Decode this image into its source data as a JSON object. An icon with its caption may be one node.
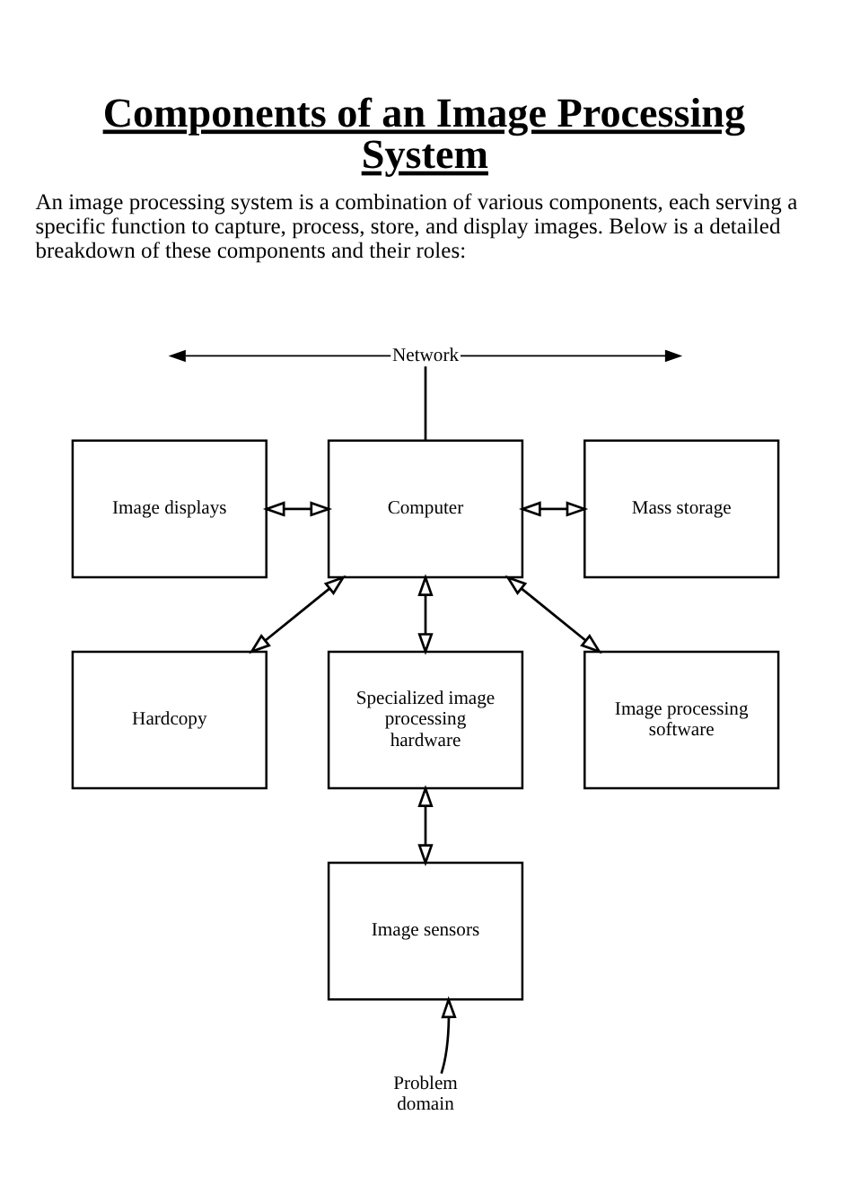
{
  "diagram": {
    "title": "Components of an Image Processing System",
    "nodes": [
      {
        "text": [
          "Network"
        ]
      },
      {
        "text": [
          "Image displays"
        ]
      },
      {
        "text": [
          "Computer"
        ]
      },
      {
        "text": [
          "Mass storage"
        ]
      },
      {
        "text": [
          "Hardcopy"
        ]
      },
      {
        "text": [
          "Specialized image processing hardware"
        ]
      },
      {
        "text": [
          "Image processing software"
        ]
      },
      {
        "text": [
          "Image sensors"
        ]
      },
      {
        "text": [
          "Problem domain"
        ]
      }
    ],
    "edges": [
      {
        "from": 0,
        "to": 2,
        "arrow": "none"
      },
      {
        "from": 0,
        "to": null,
        "arrow": "to"
      },
      {
        "from": 0,
        "to": null,
        "arrow": "to"
      },
      {
        "from": 1,
        "to": 2,
        "arrow": "both"
      },
      {
        "from": 2,
        "to": 3,
        "arrow": "both"
      },
      {
        "from": 2,
        "to": 4,
        "arrow": "both"
      },
      {
        "from": 2,
        "to": 5,
        "arrow": "both"
      },
      {
        "from": 2,
        "to": 6,
        "arrow": "both"
      },
      {
        "from": 5,
        "to": 7,
        "arrow": "both"
      },
      {
        "from": 8,
        "to": 7,
        "arrow": "to"
      }
    ],
    "labels": [
      "An image processing system is a combination of various components, each serving a specific function to capture, process, store, and display images. Below is a detailed breakdown of these components and their roles:"
    ]
  }
}
